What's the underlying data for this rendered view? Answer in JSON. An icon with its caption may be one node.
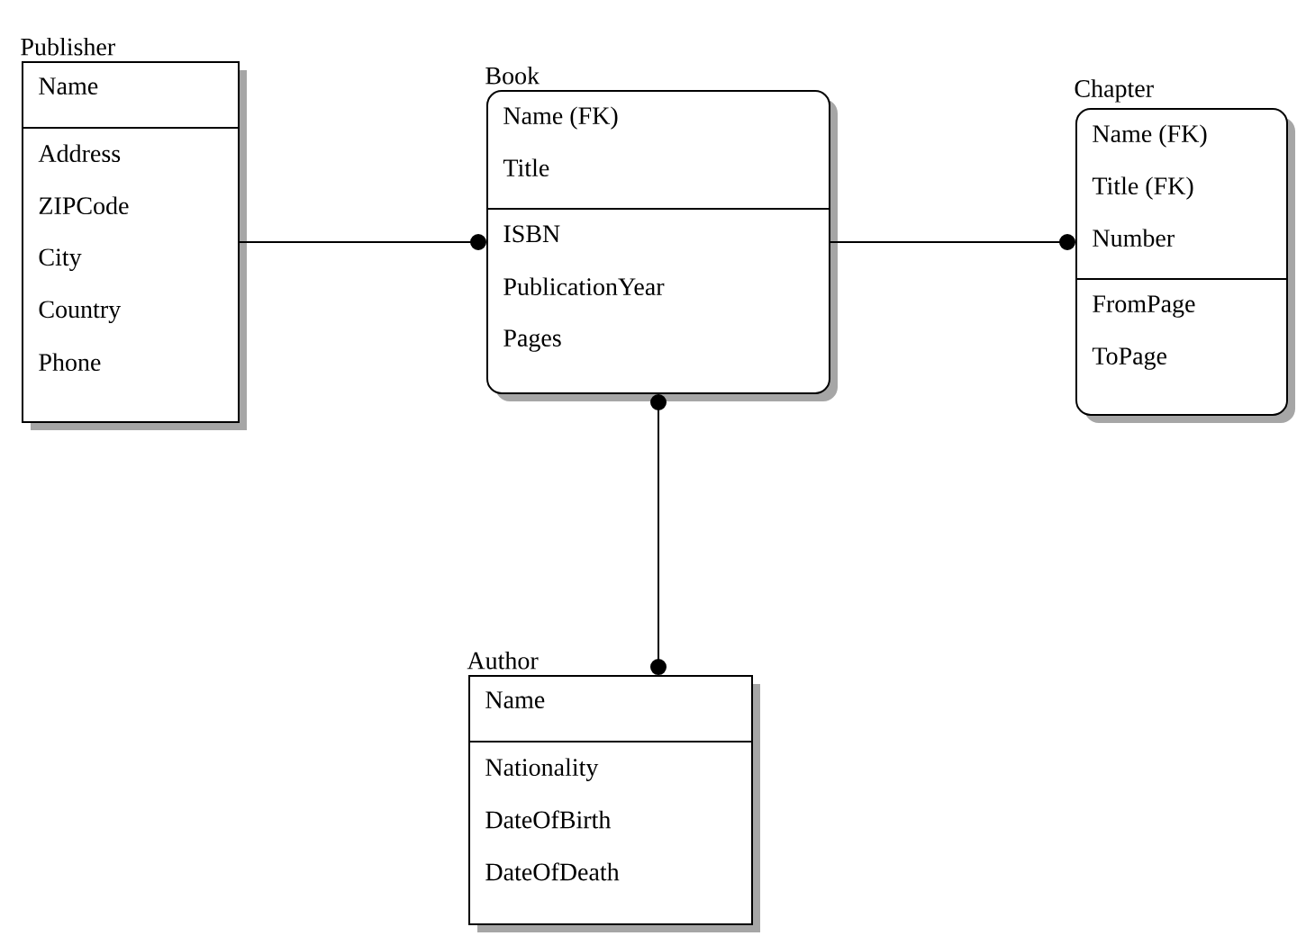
{
  "diagram": {
    "nodes": [
      {
        "text": [
          "Publisher",
          "Name",
          "Address",
          "ZIPCode",
          "City",
          "Country",
          "Phone"
        ]
      },
      {
        "text": [
          "Book",
          "Name (FK)",
          "Title",
          "ISBN",
          "PublicationYear",
          "Pages"
        ]
      },
      {
        "text": [
          "Chapter",
          "Name (FK)",
          "Title (FK)",
          "Number",
          "FromPage",
          "ToPage"
        ]
      },
      {
        "text": [
          "Author",
          "Name",
          "Nationality",
          "DateOfBirth",
          "DateOfDeath"
        ]
      }
    ],
    "edges": [
      {
        "from": 0,
        "to": 1,
        "arrow": "other"
      },
      {
        "from": 1,
        "to": 2,
        "arrow": "other"
      },
      {
        "from": 1,
        "to": 3,
        "arrow": "other"
      }
    ]
  }
}
